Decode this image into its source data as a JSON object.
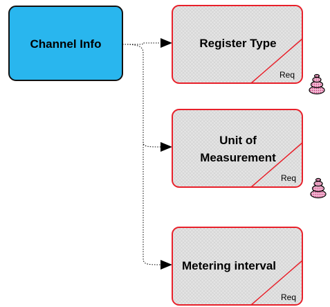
{
  "diagram": {
    "parent": {
      "label": "Channel Info",
      "fill": "#29B6EE"
    },
    "children": [
      {
        "label_lines": [
          "Register Type"
        ],
        "badge": "Req",
        "has_stack_icon": true
      },
      {
        "label_lines": [
          "Unit of",
          "Measurement"
        ],
        "badge": "Req",
        "has_stack_icon": true
      },
      {
        "label_lines": [
          "Metering interval"
        ],
        "badge": "Req",
        "has_stack_icon": false
      }
    ],
    "colors": {
      "child_border": "#E8202A",
      "child_fill": "#E6E6E6",
      "connector": "#000000",
      "stack_icon": "#E07AA8"
    },
    "icons": {
      "stack": "stacked-database-icon",
      "arrow": "arrowhead-icon"
    }
  }
}
